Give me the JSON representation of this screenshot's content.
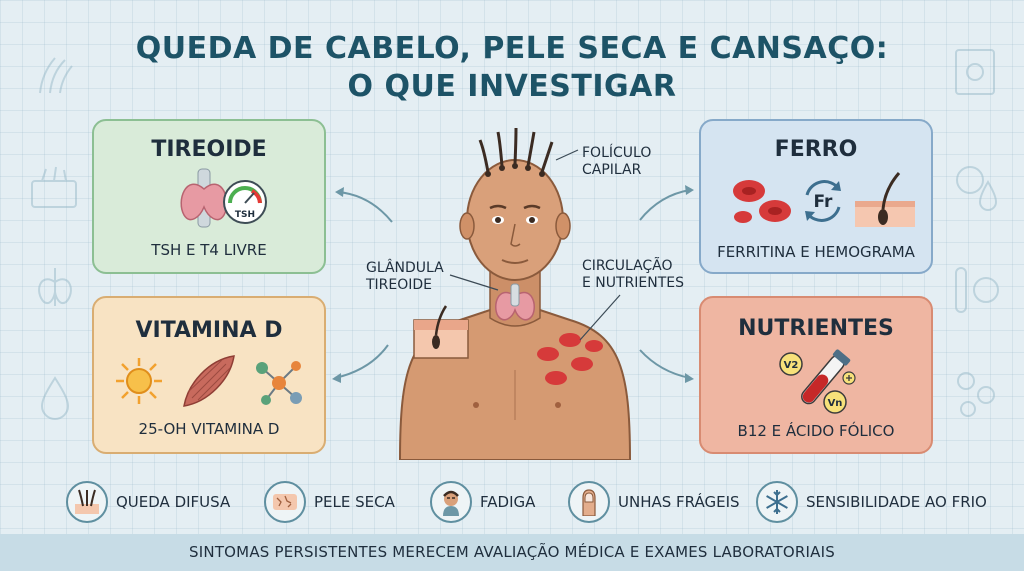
{
  "title": {
    "line1": "QUEDA DE CABELO, PELE SECA E CANSAÇO:",
    "line2": "O QUE INVESTIGAR"
  },
  "cards": {
    "tireoide": {
      "title": "TIREOIDE",
      "subtitle": "TSH E T4 LIVRE",
      "badge": "TSH",
      "color": "#d9ebd9"
    },
    "vitamina_d": {
      "title": "VITAMINA D",
      "subtitle": "25-OH VITAMINA D",
      "color": "#f8e3c3"
    },
    "ferro": {
      "title": "FERRO",
      "subtitle": "FERRITINA E HEMOGRAMA",
      "badge": "Fr",
      "color": "#d5e4f1"
    },
    "nutrientes": {
      "title": "NUTRIENTES",
      "subtitle": "B12 E ÁCIDO FÓLICO",
      "badge_v2": "V2",
      "badge_vn": "Vn",
      "color": "#efb6a2"
    }
  },
  "figure_labels": {
    "foliculo": {
      "line1": "FOLÍCULO",
      "line2": "CAPILAR"
    },
    "glandula": {
      "line1": "GLÂNDULA",
      "line2": "TIREOIDE"
    },
    "circulacao": {
      "line1": "CIRCULAÇÃO",
      "line2": "E NUTRIENTES"
    }
  },
  "symptoms": [
    {
      "label": "QUEDA DIFUSA",
      "icon": "hair-follicle-icon"
    },
    {
      "label": "PELE SECA",
      "icon": "dry-skin-icon"
    },
    {
      "label": "FADIGA",
      "icon": "tired-person-icon"
    },
    {
      "label": "UNHAS FRÁGEIS",
      "icon": "fingernail-icon"
    },
    {
      "label": "SENSIBILIDADE AO FRIO",
      "icon": "snowflake-icon"
    }
  ],
  "footer": "SINTOMAS PERSISTENTES MERECEM AVALIAÇÃO MÉDICA E EXAMES LABORATORIAIS"
}
